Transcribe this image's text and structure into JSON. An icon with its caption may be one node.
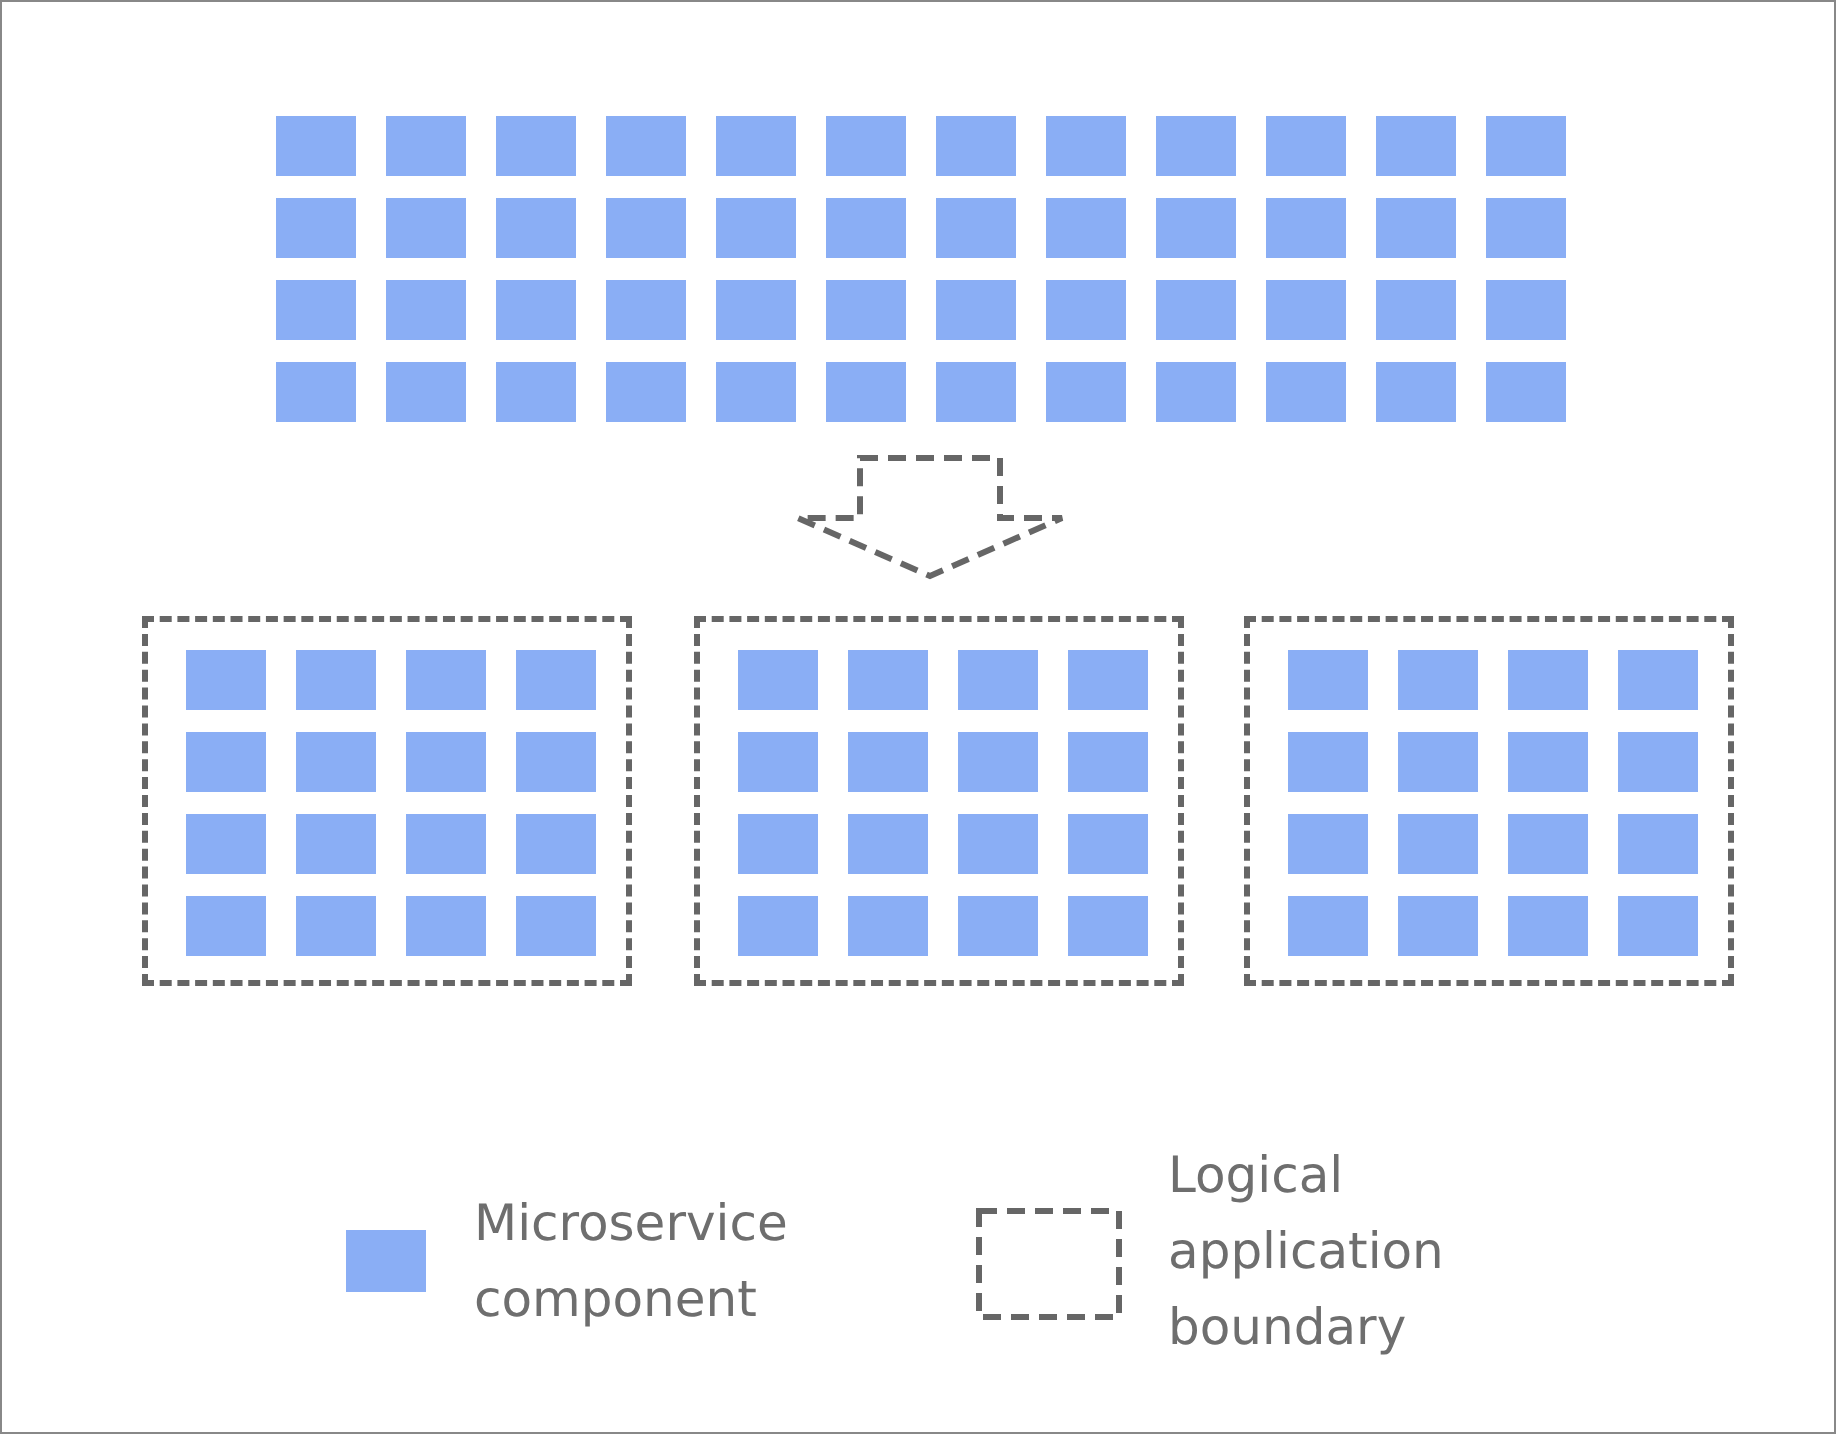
{
  "diagram": {
    "nodes": [
      {
        "text": [],
        "shape": "box"
      },
      {
        "text": [],
        "shape": "box"
      },
      {
        "text": [],
        "shape": "box"
      }
    ],
    "legend": [
      {
        "text": "Microservice component",
        "color": "#8aaef5"
      },
      {
        "text": "Logical application boundary"
      }
    ]
  }
}
